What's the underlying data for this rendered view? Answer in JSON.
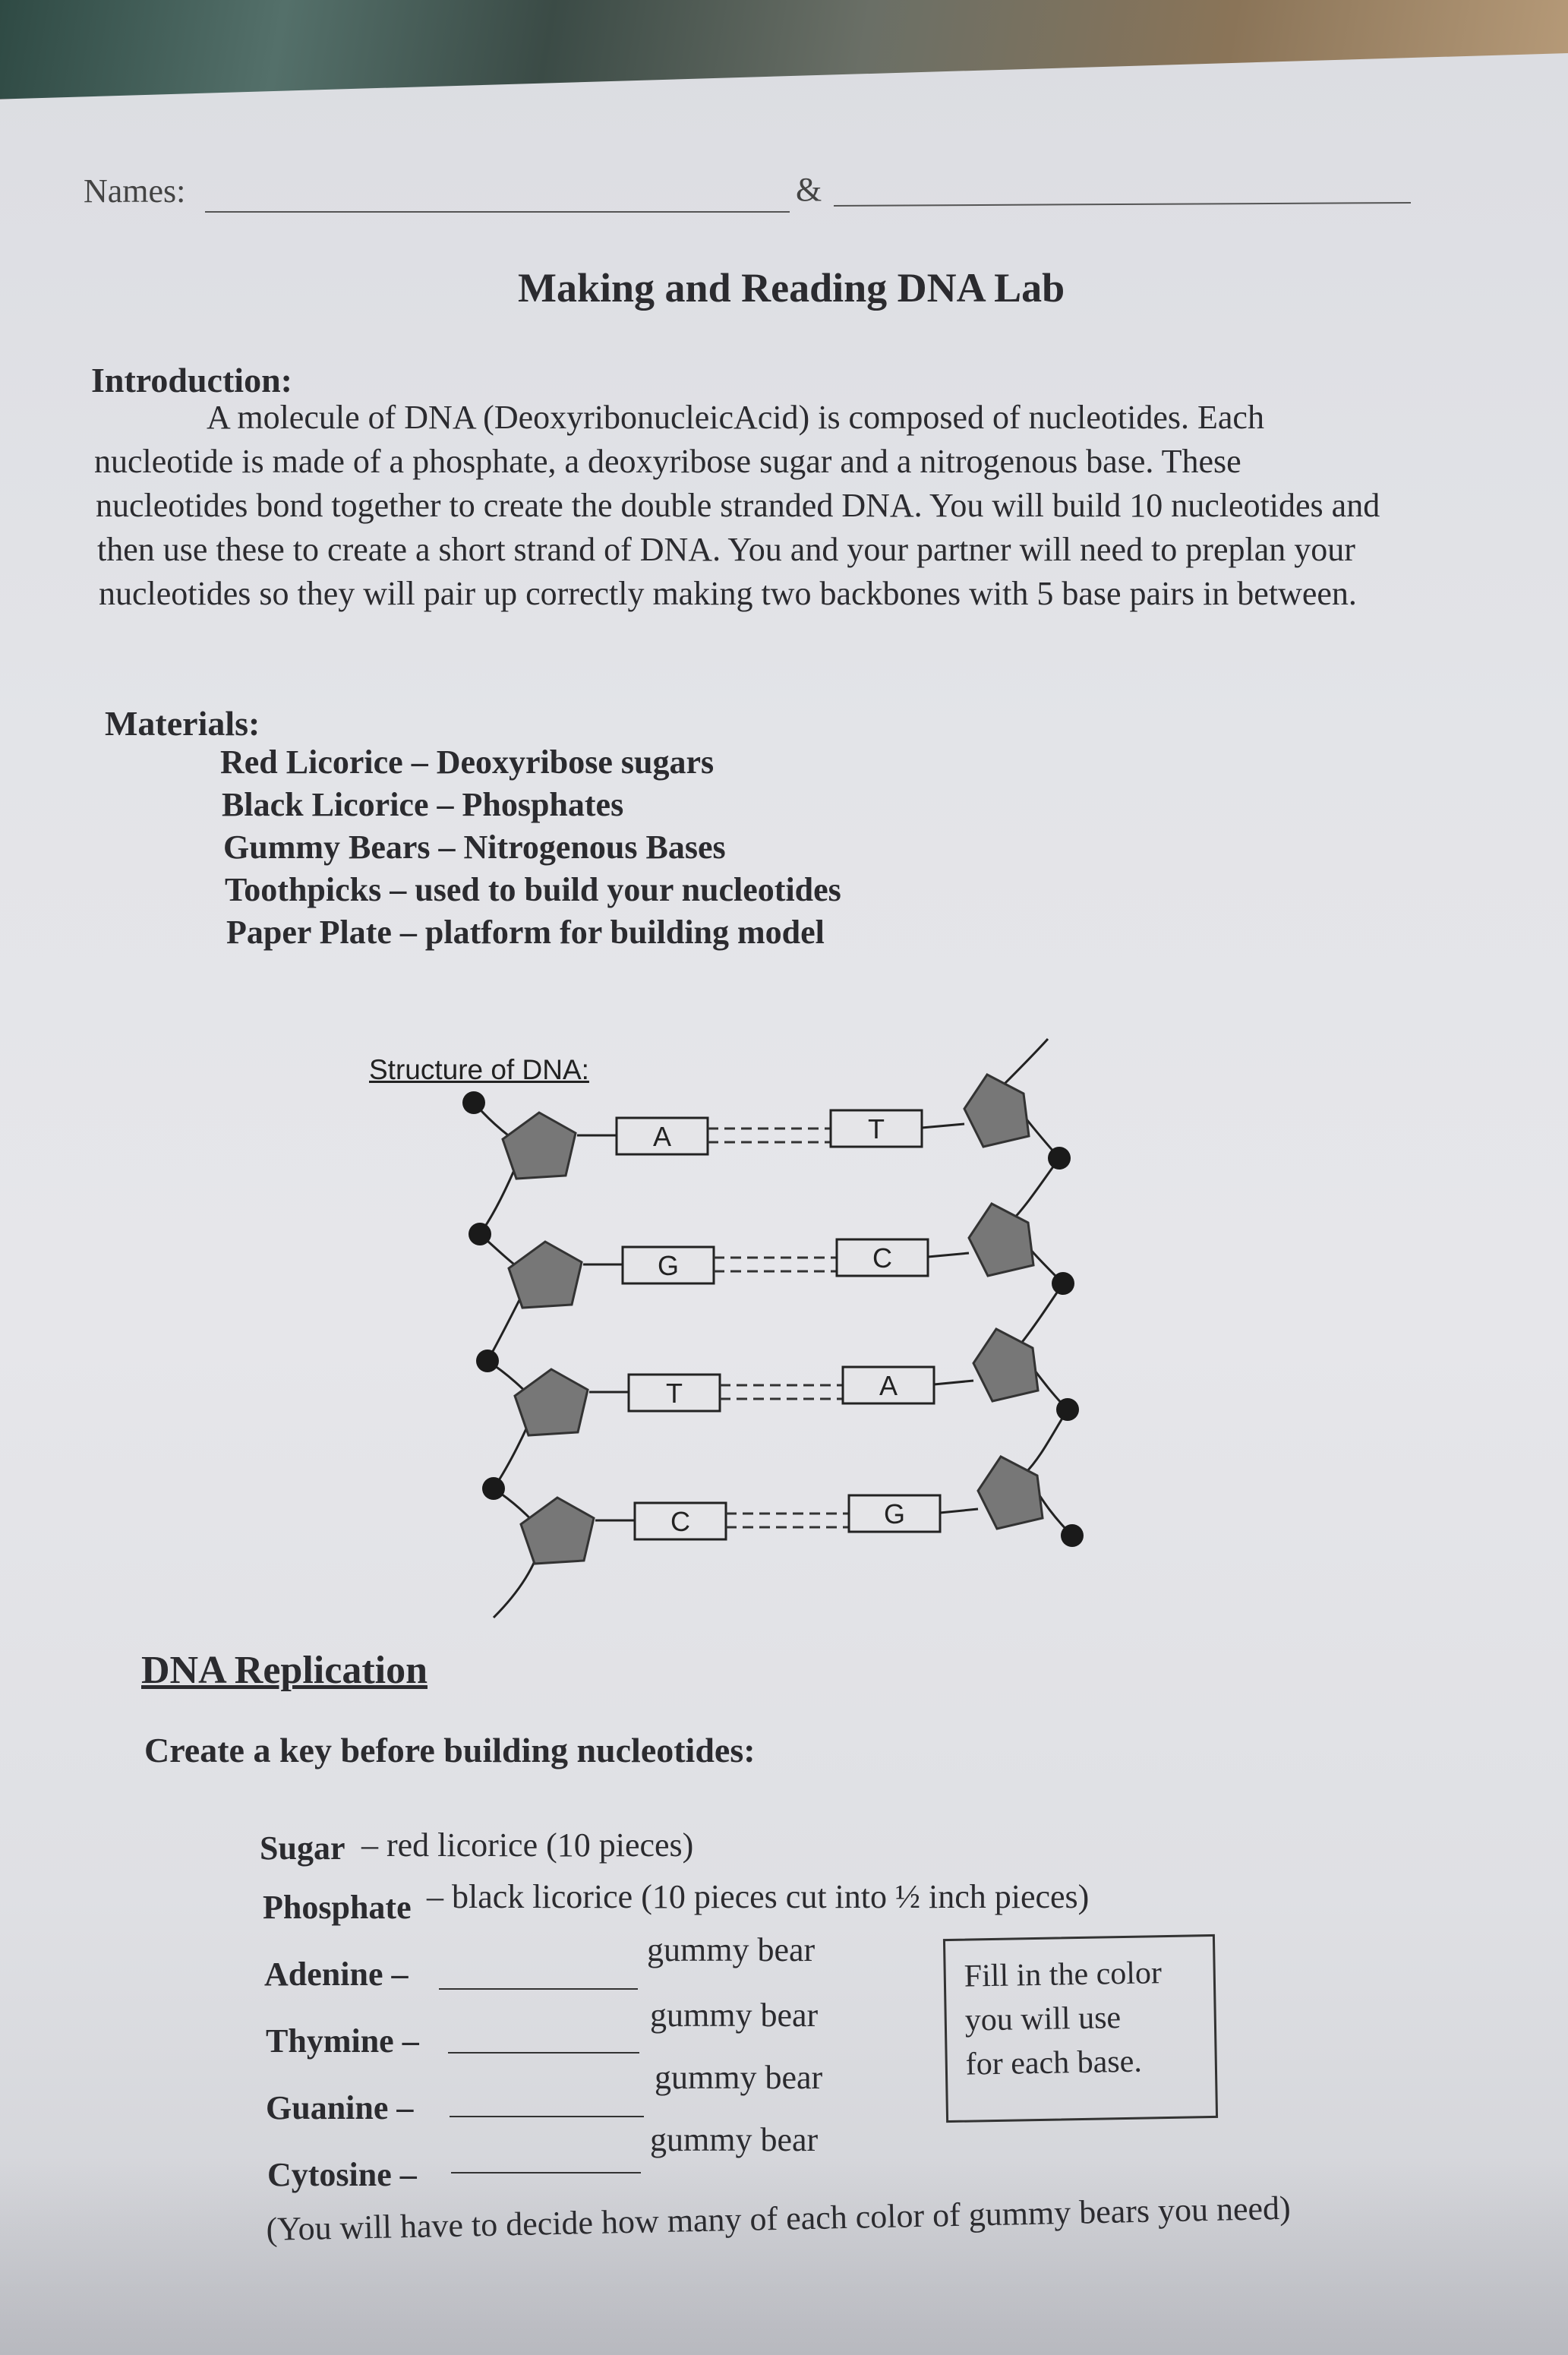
{
  "header": {
    "names_label": "Names:",
    "ampersand": "&",
    "title": "Making and Reading DNA Lab"
  },
  "introduction": {
    "heading": "Introduction:",
    "lines": [
      "A molecule of DNA (DeoxyribonucleicAcid) is composed of nucleotides. Each",
      "nucleotide is made of a phosphate, a deoxyribose sugar and a nitrogenous base. These",
      "nucleotides bond together to create the double stranded DNA.  You will build 10 nucleotides and",
      "then use these to create a short strand of DNA.  You and your partner will need to preplan your",
      "nucleotides so they will pair up correctly making two backbones with 5 base pairs in between."
    ]
  },
  "materials": {
    "heading": "Materials:",
    "items": [
      "Red Licorice – Deoxyribose sugars",
      "Black Licorice – Phosphates",
      "Gummy Bears – Nitrogenous Bases",
      "Toothpicks – used to build your nucleotides",
      "Paper Plate – platform for building model"
    ]
  },
  "diagram": {
    "title": "Structure of DNA:",
    "pairs": [
      {
        "left": "A",
        "right": "T"
      },
      {
        "left": "G",
        "right": "C"
      },
      {
        "left": "T",
        "right": "A"
      },
      {
        "left": "C",
        "right": "G"
      }
    ]
  },
  "replication": {
    "heading": "DNA Replication",
    "key_heading": "Create a key before building nucleotides:",
    "sugar": {
      "label": "Sugar",
      "text": "– red licorice (10 pieces)"
    },
    "phosphate": {
      "label": "Phosphate",
      "text": "– black licorice (10 pieces cut into ½ inch pieces)"
    },
    "bases": [
      {
        "label": "Adenine –",
        "suffix": "gummy bear"
      },
      {
        "label": "Thymine –",
        "suffix": "gummy bear"
      },
      {
        "label": "Guanine –",
        "suffix": "gummy bear"
      },
      {
        "label": "Cytosine –",
        "suffix": "gummy bear"
      }
    ],
    "color_note": [
      "Fill in the color",
      "you will use",
      "for each base."
    ],
    "footer": "(You will have to decide how many of each color of gummy bears you need)"
  }
}
